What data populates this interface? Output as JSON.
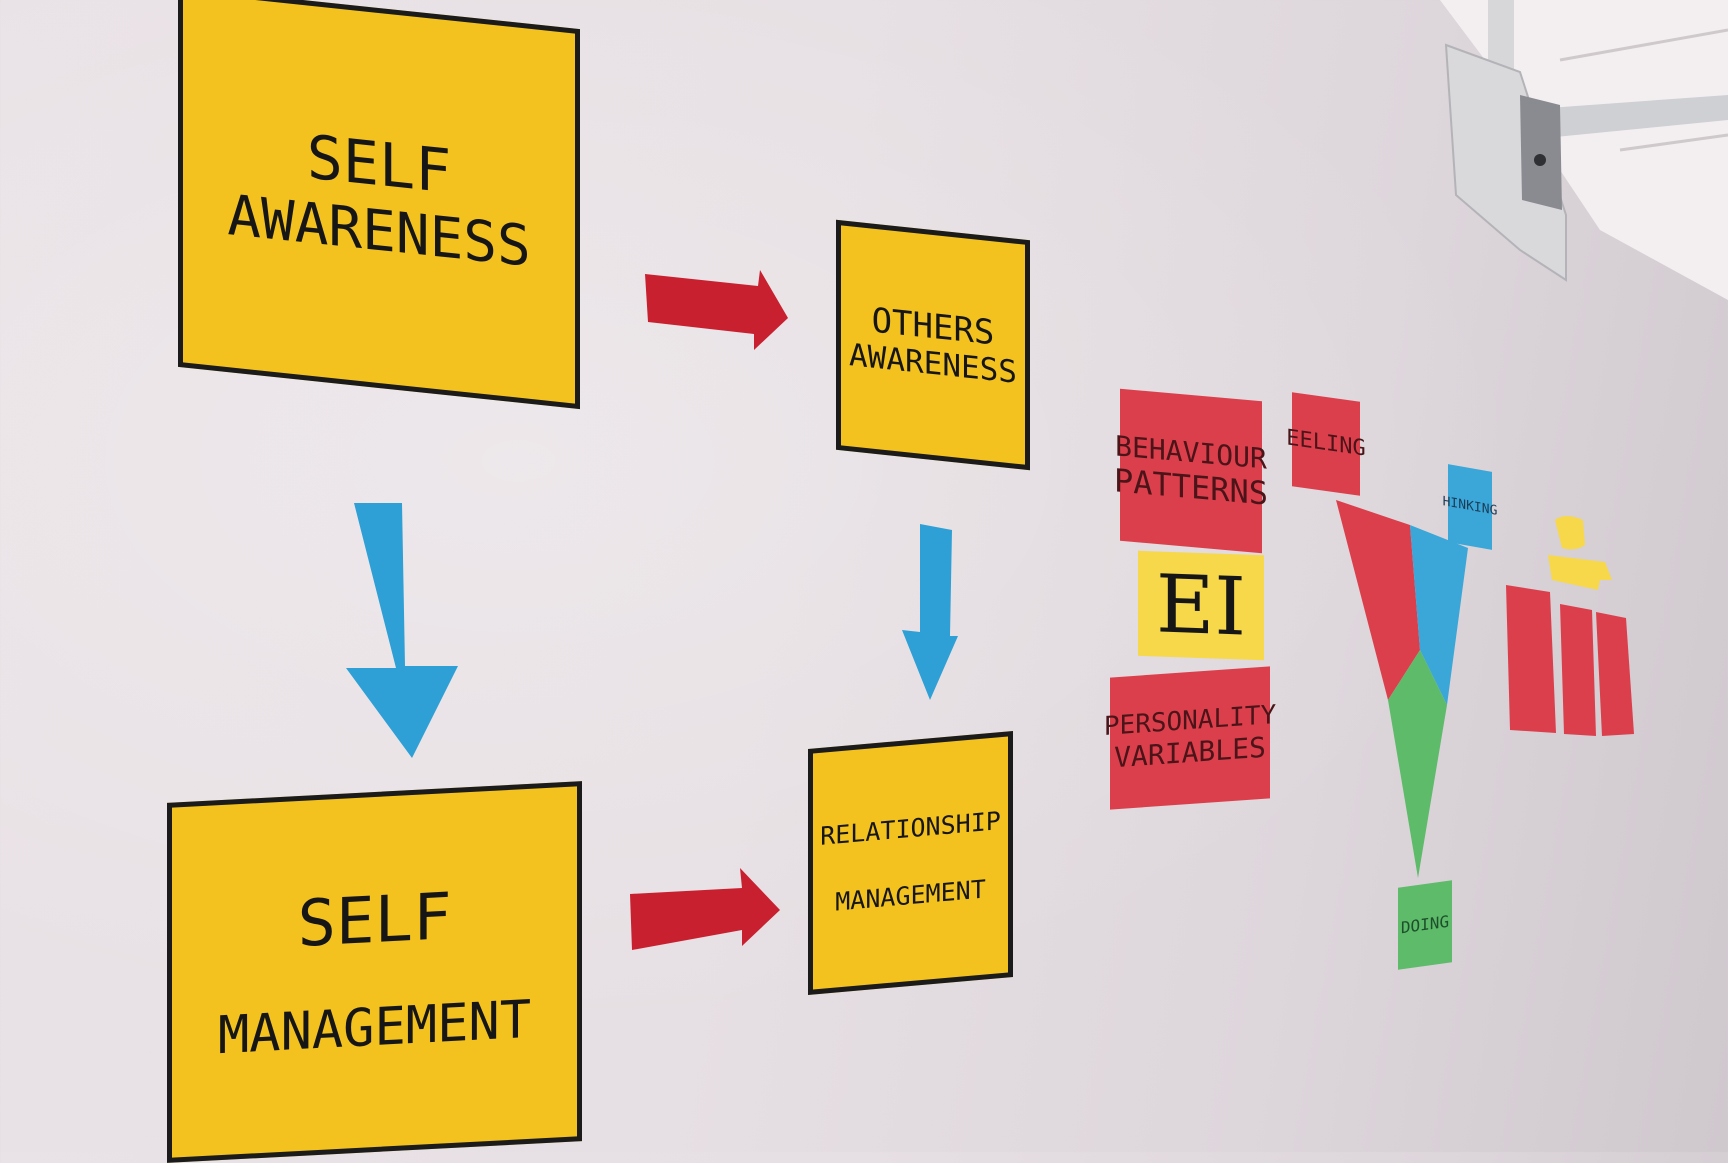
{
  "poster": {
    "self_awareness": [
      "SELF",
      "AWARENESS"
    ],
    "others_awareness": [
      "OTHERS",
      "AWARENESS"
    ],
    "self_management": [
      "SELF",
      "MANAGEMENT"
    ],
    "relationship_management": [
      "RELATIONSHIP",
      "MANAGEMENT"
    ],
    "behaviour_patterns": [
      "BEHAVIOUR",
      "PATTERNS"
    ],
    "ei": "EI",
    "personality_variables": [
      "PERSONALITY",
      "VARIABLES"
    ],
    "feeling": "EELING",
    "thinking": "HINKING",
    "doing": "DOING"
  },
  "colors": {
    "wall": "#e6dfe3",
    "yellow": "#f4c21f",
    "red": "#dc3f4c",
    "blue": "#3aa7d8",
    "green": "#5dbb6a",
    "arrow_red": "#c9202f",
    "arrow_blue": "#2ea0d6"
  }
}
